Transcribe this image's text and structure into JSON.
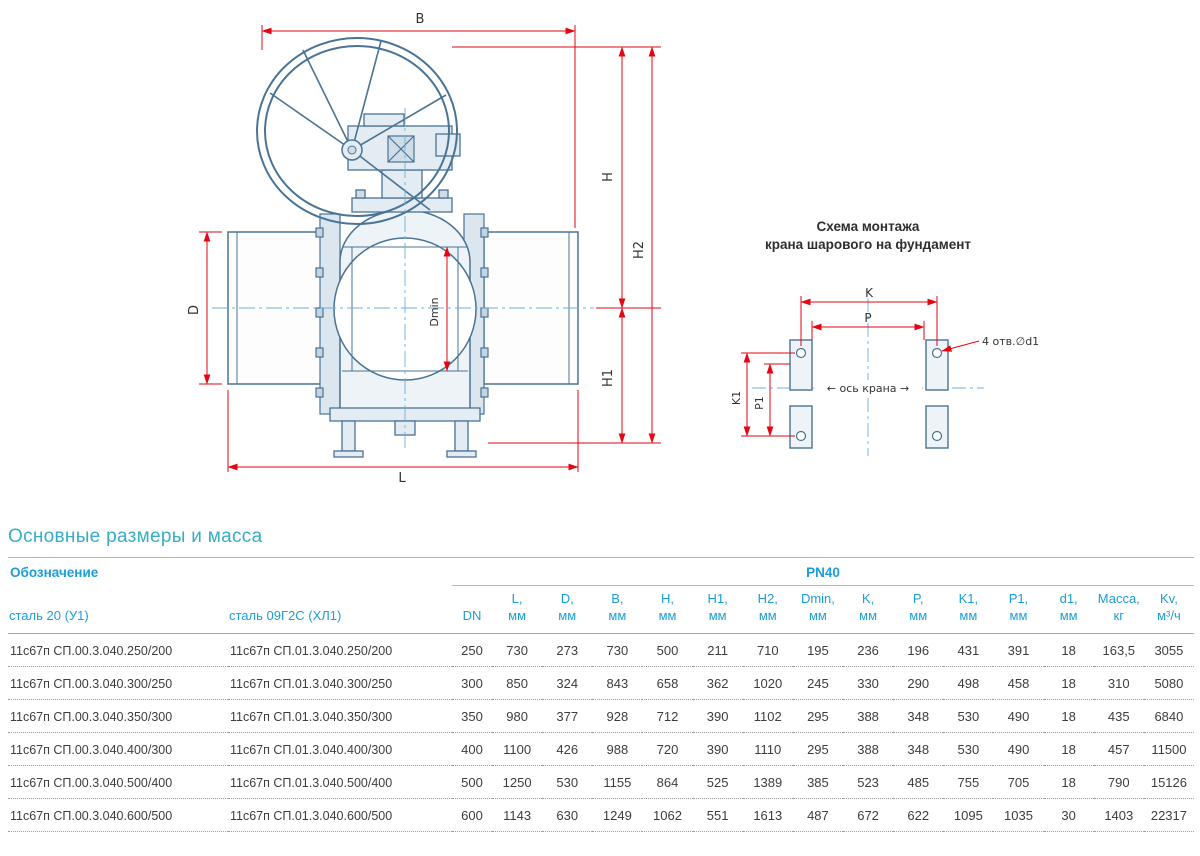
{
  "colors": {
    "accent_blue": "#1b9ed9",
    "title_teal": "#36aec6",
    "dimension_red": "#e30613",
    "drawing_blue": "#4a7394"
  },
  "valve": {
    "dims": {
      "B": "B",
      "H": "H",
      "H2": "H2",
      "H1": "H1",
      "D": "D",
      "Dmin": "Dmin",
      "L": "L"
    }
  },
  "mount": {
    "title_line1": "Схема монтажа",
    "title_line2": "крана шарового на фундамент",
    "dims": {
      "K": "K",
      "P": "P",
      "K1": "K1",
      "P1": "P1"
    },
    "axis_label": "← ось крана →",
    "holes_label": "4 отв.∅d1"
  },
  "table": {
    "section_title": "Основные размеры и масса",
    "designation_header": "Обозначение",
    "pn_header": "PN40",
    "columns": [
      {
        "label": "сталь 20 (У1)",
        "unit": "",
        "align": "left"
      },
      {
        "label": "сталь 09Г2С (ХЛ1)",
        "unit": "",
        "align": "left"
      },
      {
        "label": "DN",
        "unit": ""
      },
      {
        "label": "L,",
        "unit": "мм"
      },
      {
        "label": "D,",
        "unit": "мм"
      },
      {
        "label": "B,",
        "unit": "мм"
      },
      {
        "label": "H,",
        "unit": "мм"
      },
      {
        "label": "H1,",
        "unit": "мм"
      },
      {
        "label": "H2,",
        "unit": "мм"
      },
      {
        "label": "Dmin,",
        "unit": "мм"
      },
      {
        "label": "K,",
        "unit": "мм"
      },
      {
        "label": "P,",
        "unit": "мм"
      },
      {
        "label": "K1,",
        "unit": "мм"
      },
      {
        "label": "P1,",
        "unit": "мм"
      },
      {
        "label": "d1,",
        "unit": "мм"
      },
      {
        "label": "Масса,",
        "unit": "кг"
      },
      {
        "label": "Kv,",
        "unit": "м³/ч"
      }
    ],
    "rows": [
      [
        "11с67п СП.00.3.040.250/200",
        "11с67п СП.01.3.040.250/200",
        "250",
        "730",
        "273",
        "730",
        "500",
        "211",
        "710",
        "195",
        "236",
        "196",
        "431",
        "391",
        "18",
        "163,5",
        "3055"
      ],
      [
        "11с67п СП.00.3.040.300/250",
        "11с67п СП.01.3.040.300/250",
        "300",
        "850",
        "324",
        "843",
        "658",
        "362",
        "1020",
        "245",
        "330",
        "290",
        "498",
        "458",
        "18",
        "310",
        "5080"
      ],
      [
        "11с67п СП.00.3.040.350/300",
        "11с67п СП.01.3.040.350/300",
        "350",
        "980",
        "377",
        "928",
        "712",
        "390",
        "1102",
        "295",
        "388",
        "348",
        "530",
        "490",
        "18",
        "435",
        "6840"
      ],
      [
        "11с67п СП.00.3.040.400/300",
        "11с67п СП.01.3.040.400/300",
        "400",
        "1100",
        "426",
        "988",
        "720",
        "390",
        "1110",
        "295",
        "388",
        "348",
        "530",
        "490",
        "18",
        "457",
        "11500"
      ],
      [
        "11с67п СП.00.3.040.500/400",
        "11с67п СП.01.3.040.500/400",
        "500",
        "1250",
        "530",
        "1155",
        "864",
        "525",
        "1389",
        "385",
        "523",
        "485",
        "755",
        "705",
        "18",
        "790",
        "15126"
      ],
      [
        "11с67п СП.00.3.040.600/500",
        "11с67п СП.01.3.040.600/500",
        "600",
        "1143",
        "630",
        "1249",
        "1062",
        "551",
        "1613",
        "487",
        "672",
        "622",
        "1095",
        "1035",
        "30",
        "1403",
        "22317"
      ]
    ]
  }
}
